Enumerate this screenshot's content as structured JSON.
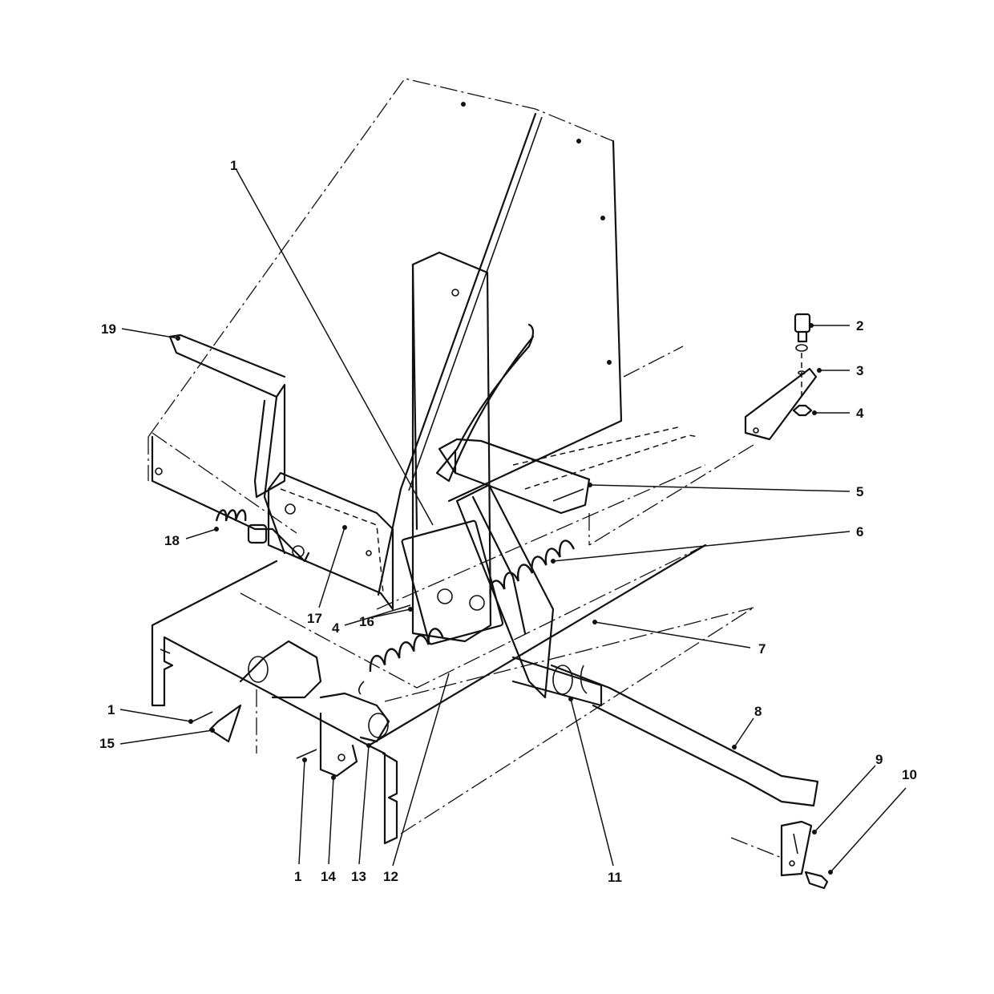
{
  "callouts": {
    "c1_top": "1",
    "c2": "2",
    "c3": "3",
    "c4_right": "4",
    "c5": "5",
    "c6": "6",
    "c7": "7",
    "c8": "8",
    "c9": "9",
    "c10": "10",
    "c11": "11",
    "c12": "12",
    "c13": "13",
    "c14": "14",
    "c1_bottom": "1",
    "c15": "15",
    "c1_left": "1",
    "c16": "16",
    "c4_center": "4",
    "c17": "17",
    "c18": "18",
    "c19": "19"
  }
}
